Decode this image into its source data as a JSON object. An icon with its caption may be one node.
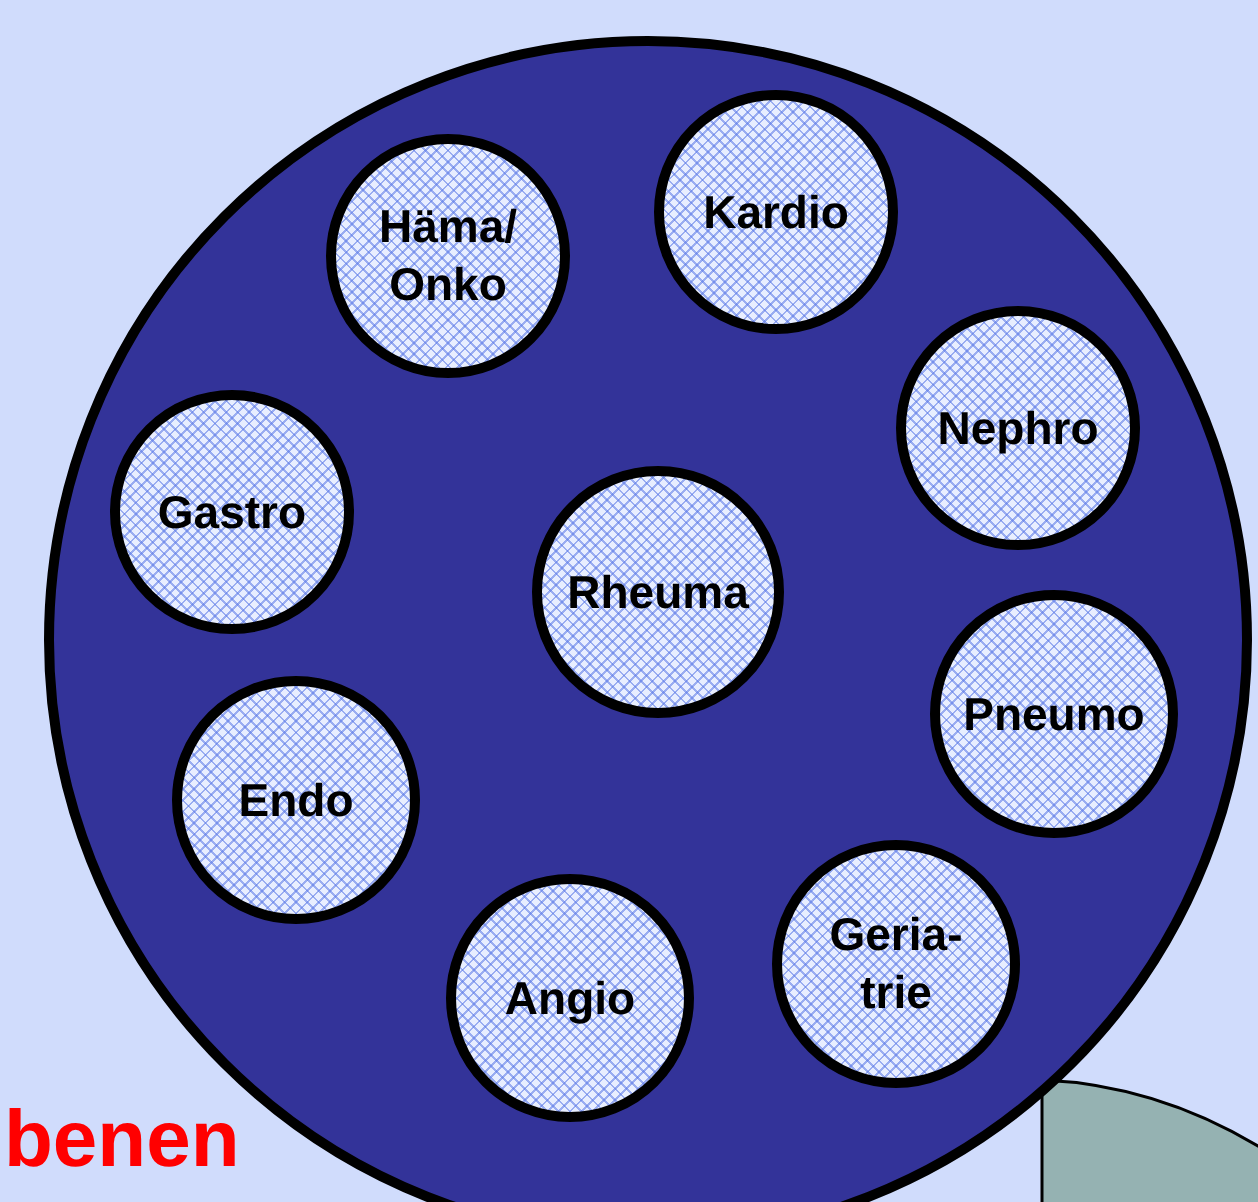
{
  "diagram": {
    "nodes": [
      {
        "text": [],
        "shape": "circle"
      },
      {
        "text": [
          "Häma/ Onko"
        ],
        "in": 0
      },
      {
        "text": [
          "Kardio"
        ],
        "in": 0
      },
      {
        "text": [
          "Nephro"
        ],
        "in": 0
      },
      {
        "text": [
          "Gastro"
        ],
        "in": 0
      },
      {
        "text": [
          "Rheuma"
        ],
        "in": 0
      },
      {
        "text": [
          "Pneumo"
        ],
        "in": 0
      },
      {
        "text": [
          "Endo"
        ],
        "in": 0
      },
      {
        "text": [
          "Angio"
        ],
        "in": 0
      },
      {
        "text": [
          "Geria- trie"
        ],
        "in": 0
      }
    ],
    "edges": [],
    "labels": [
      "benen"
    ]
  }
}
